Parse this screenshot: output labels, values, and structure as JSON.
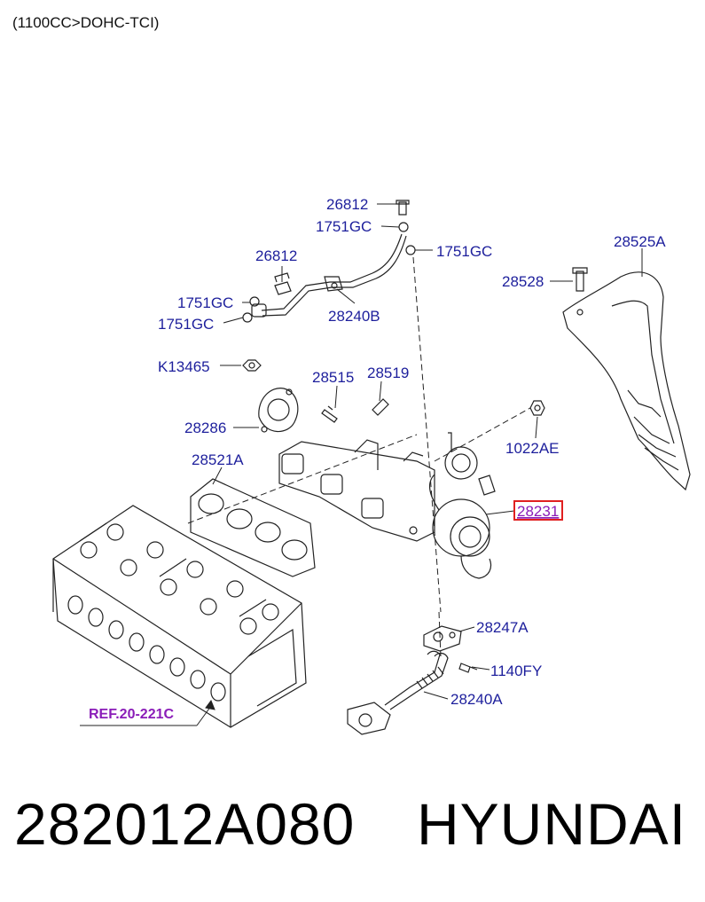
{
  "header": {
    "engine_spec": "(1100CC>DOHC-TCI)"
  },
  "callouts": {
    "c26812_top": "26812",
    "c1751gc_a": "1751GC",
    "c1751gc_b": "1751GC",
    "c26812_left": "26812",
    "c1751gc_c": "1751GC",
    "c1751gc_d": "1751GC",
    "c28240b": "28240B",
    "c28525a": "28525A",
    "c28528": "28528",
    "ck13465": "K13465",
    "c28515": "28515",
    "c28519": "28519",
    "c28286": "28286",
    "c1022ae": "1022AE",
    "c28521a": "28521A",
    "c28231": "28231",
    "c28247a": "28247A",
    "c1140fy": "1140FY",
    "c28240a": "28240A"
  },
  "reference": {
    "label": "REF.20-221C"
  },
  "footer": {
    "part_number": "282012A080",
    "brand": "HYUNDAI"
  },
  "colors": {
    "callout": "#1d1f9c",
    "reference": "#8a1cb8",
    "highlight_box": "#e02020",
    "line": "#222222"
  }
}
